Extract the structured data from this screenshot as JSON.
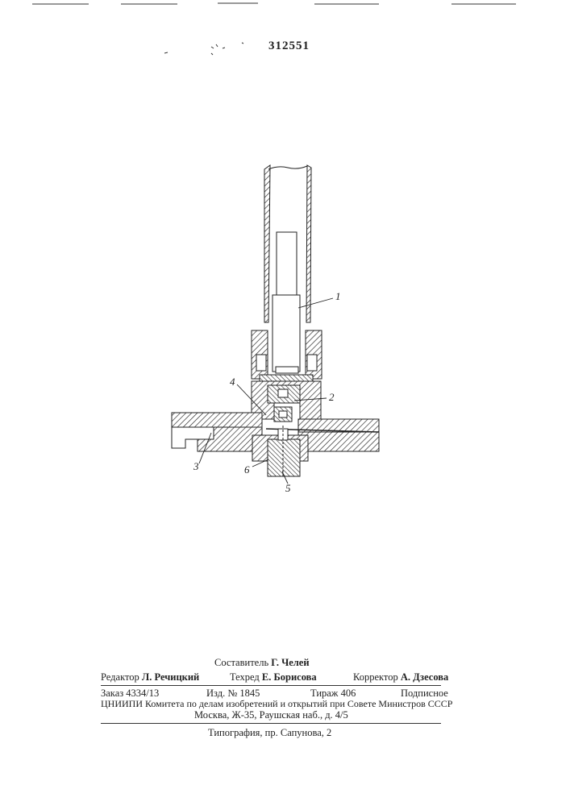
{
  "patent_number": "312551",
  "figure": {
    "labels": [
      "1",
      "2",
      "3",
      "4",
      "5",
      "6"
    ]
  },
  "imprint": {
    "compiler_label": "Составитель",
    "compiler_name": "Г. Челей",
    "editor_label": "Редактор",
    "editor_name": "Л. Речицкий",
    "techred_label": "Техред",
    "techred_name": "Е. Борисова",
    "corrector_label": "Корректор",
    "corrector_name": "А. Дзесова",
    "order": "Заказ 4334/13",
    "edition": "Изд. № 1845",
    "print_run": "Тираж 406",
    "subscription": "Подписное",
    "institute": "ЦНИИПИ Комитета по делам изобретений и открытий при Совете Министров СССР",
    "address": "Москва, Ж-35, Раушская наб., д. 4/5",
    "printing_house": "Типография, пр. Сапунова, 2"
  }
}
